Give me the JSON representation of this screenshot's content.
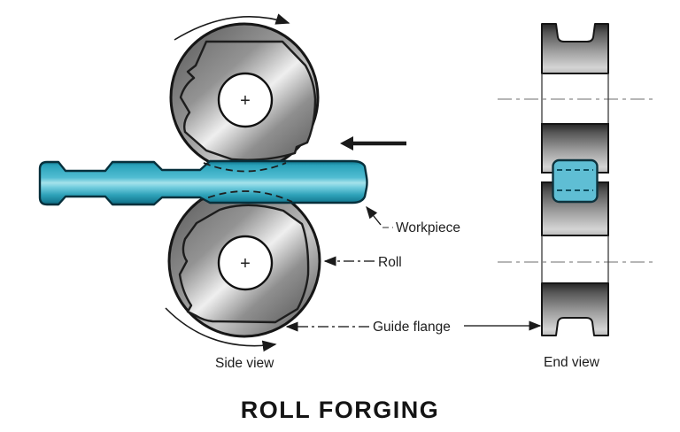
{
  "title": "ROLL FORGING",
  "side_view": {
    "caption": "Side view",
    "hub_mark": "+"
  },
  "end_view": {
    "caption": "End view"
  },
  "labels": {
    "workpiece": "Workpiece",
    "roll": "Roll",
    "guide_flange": "Guide flange"
  },
  "icons": {
    "top_roll_rotation_arrow": "curved-arrow-clockwise",
    "bottom_roll_rotation_arrow": "curved-arrow-counterclockwise",
    "feed_direction_arrow": "arrow-left",
    "leader_arrowhead": "small-solid-arrowhead"
  },
  "colors": {
    "workpiece": "#2FA8BF",
    "workpiece_highlight": "#A5E2EB",
    "end_view_workpiece": "#5FBED4",
    "metal_dark": "#2E2E2E",
    "metal_light": "#DBDBDB",
    "outline": "#1A1A1A",
    "label_text": "#1E1E1E",
    "background": "#FFFFFF"
  }
}
